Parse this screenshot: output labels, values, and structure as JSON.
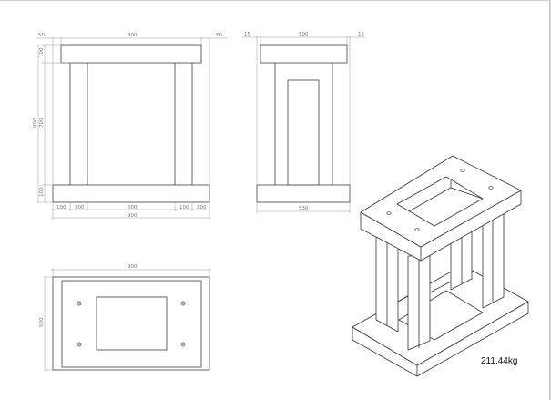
{
  "front_view": {
    "dims_top": [
      "50",
      "800",
      "50"
    ],
    "dims_left": {
      "top_slab": "100",
      "legs": "700",
      "bottom_slab": "100",
      "total": "900"
    },
    "dims_bottom": [
      "100",
      "100",
      "500",
      "100",
      "100"
    ],
    "dims_total_width": "900"
  },
  "side_view": {
    "dims_top": [
      "15",
      "500",
      "15"
    ],
    "dims_bottom": "530"
  },
  "plan_view": {
    "dim_width": "900",
    "dim_depth": "530"
  },
  "weight_label": "211.44kg"
}
